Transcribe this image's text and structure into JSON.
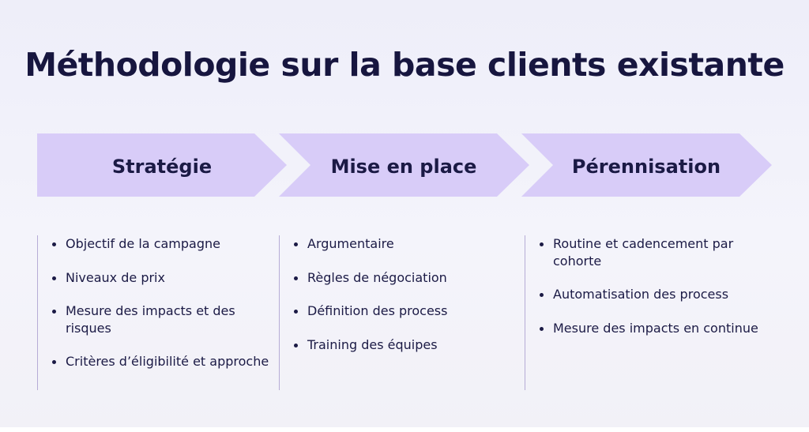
{
  "title": "Méthodologie sur la base clients existante",
  "colors": {
    "chevron_fill": "#d8ccf8",
    "text": "#1b1a45",
    "divider": "#b6acd6"
  },
  "steps": [
    {
      "label": "Stratégie",
      "items": [
        "Objectif de la campagne",
        "Niveaux de prix",
        "Mesure des impacts et des risques",
        "Critères d’éligibilité et approche"
      ]
    },
    {
      "label": "Mise en place",
      "items": [
        "Argumentaire",
        "Règles de négociation",
        "Définition des process",
        "Training des équipes"
      ]
    },
    {
      "label": "Pérennisation",
      "items": [
        "Routine et cadencement par cohorte",
        "Automatisation des process",
        "Mesure des impacts en continue"
      ]
    }
  ]
}
